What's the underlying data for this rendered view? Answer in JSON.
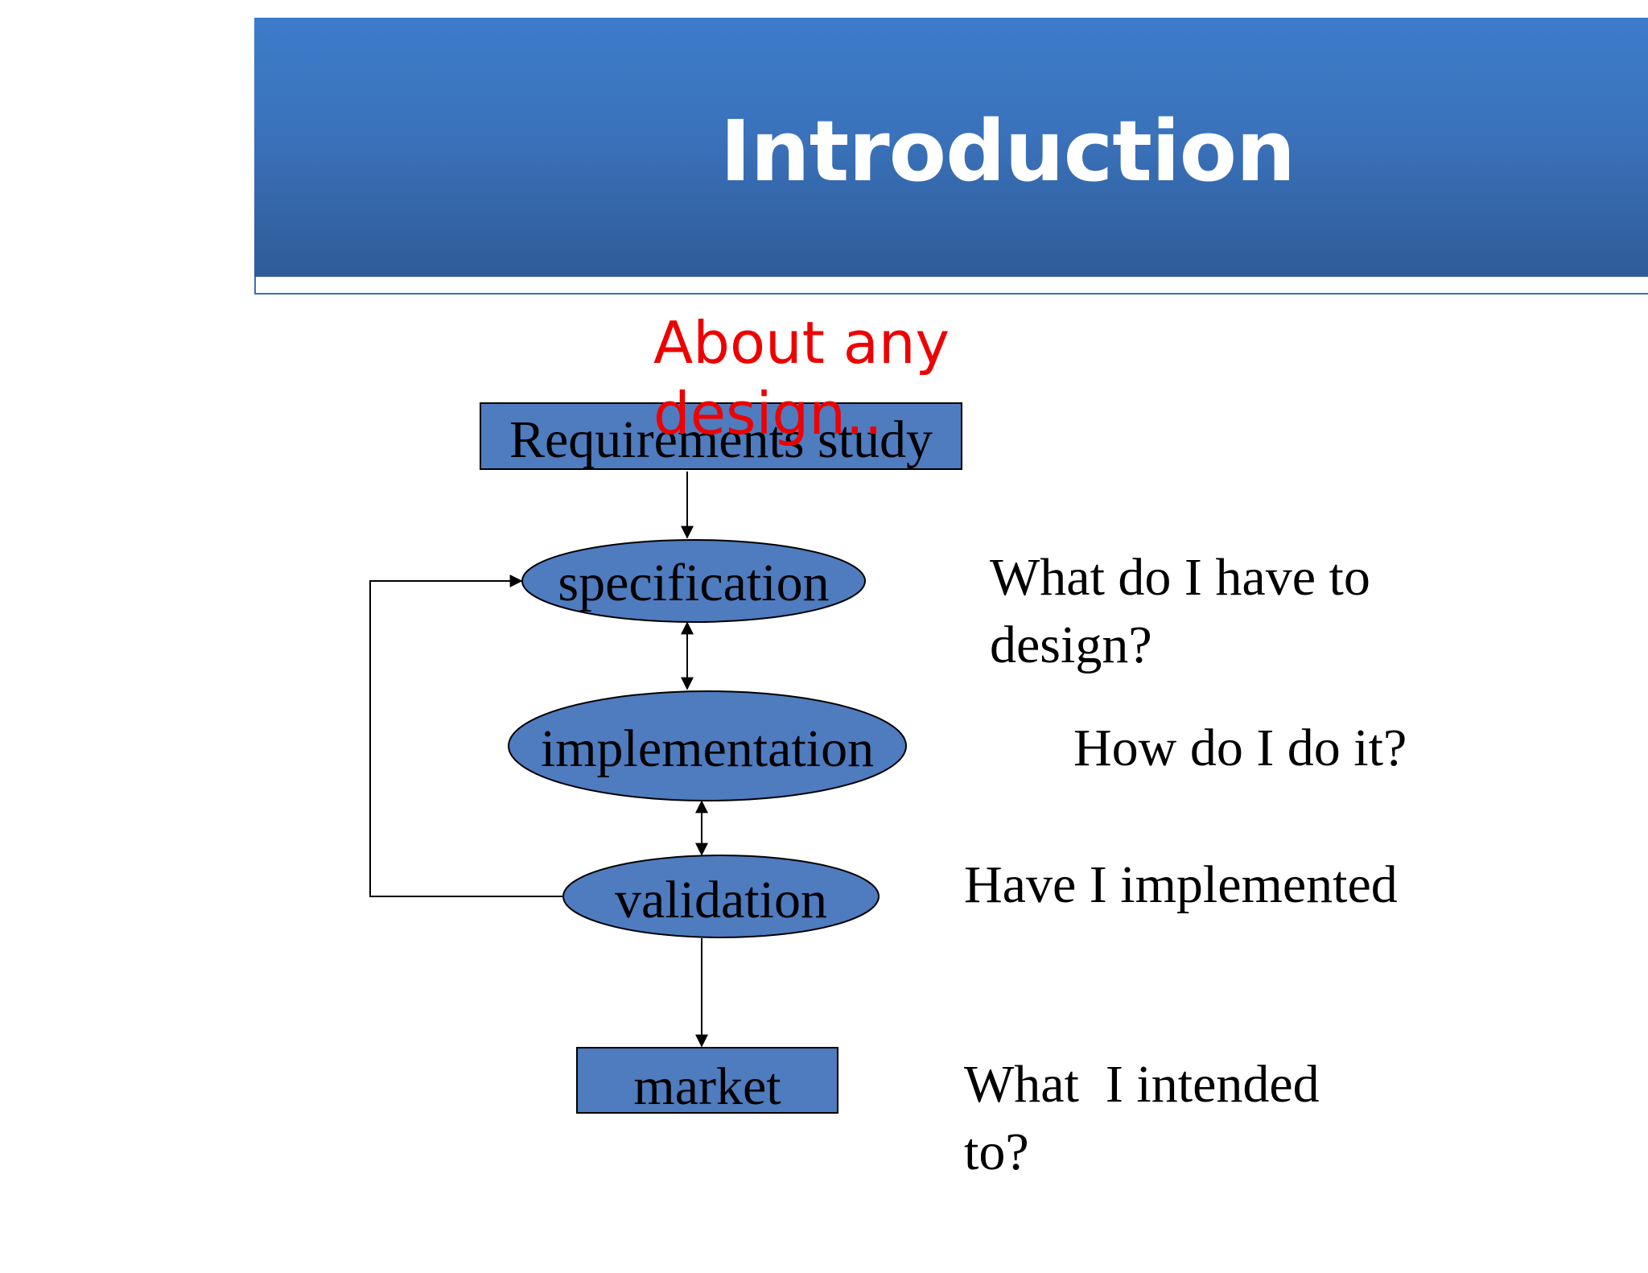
{
  "slide": {
    "title": "Introduction",
    "subtitle": "About any design..",
    "colors": {
      "banner": "#3a72bb",
      "node_fill": "#4f7bbf",
      "subtitle": "#ee0000"
    }
  },
  "flow": {
    "nodes": {
      "requirements": "Requirements study",
      "specification": "specification",
      "implementation": "implementation",
      "validation": "validation",
      "market": "market"
    }
  },
  "questions": {
    "q1": "What do I have to\ndesign?",
    "q2": "How do I do it?",
    "q3": "Have I implemented",
    "q4": "What  I intended\nto?"
  }
}
